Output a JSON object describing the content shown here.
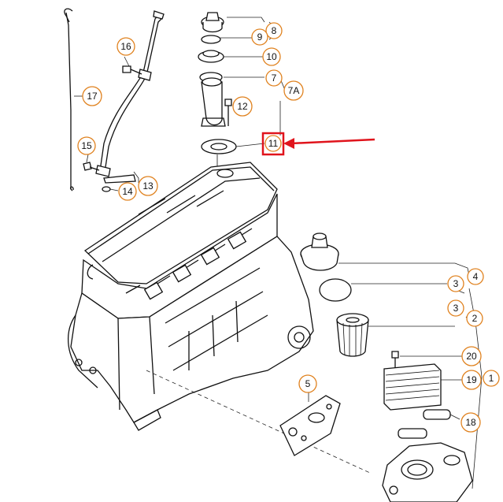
{
  "callouts": {
    "c1": "1",
    "c2": "2",
    "c3a": "3",
    "c3b": "3",
    "c4": "4",
    "c5": "5",
    "c7": "7",
    "c7a": "7A",
    "c8": "8",
    "c9": "9",
    "c10": "10",
    "c11": "11",
    "c12": "12",
    "c13": "13",
    "c14": "14",
    "c15": "15",
    "c16": "16",
    "c17": "17",
    "c18": "18",
    "c19": "19",
    "c20": "20"
  },
  "colors": {
    "callout_outline": "#e0821f",
    "highlight": "#e0141c",
    "line_art": "#111111"
  },
  "highlighted_part": "11"
}
